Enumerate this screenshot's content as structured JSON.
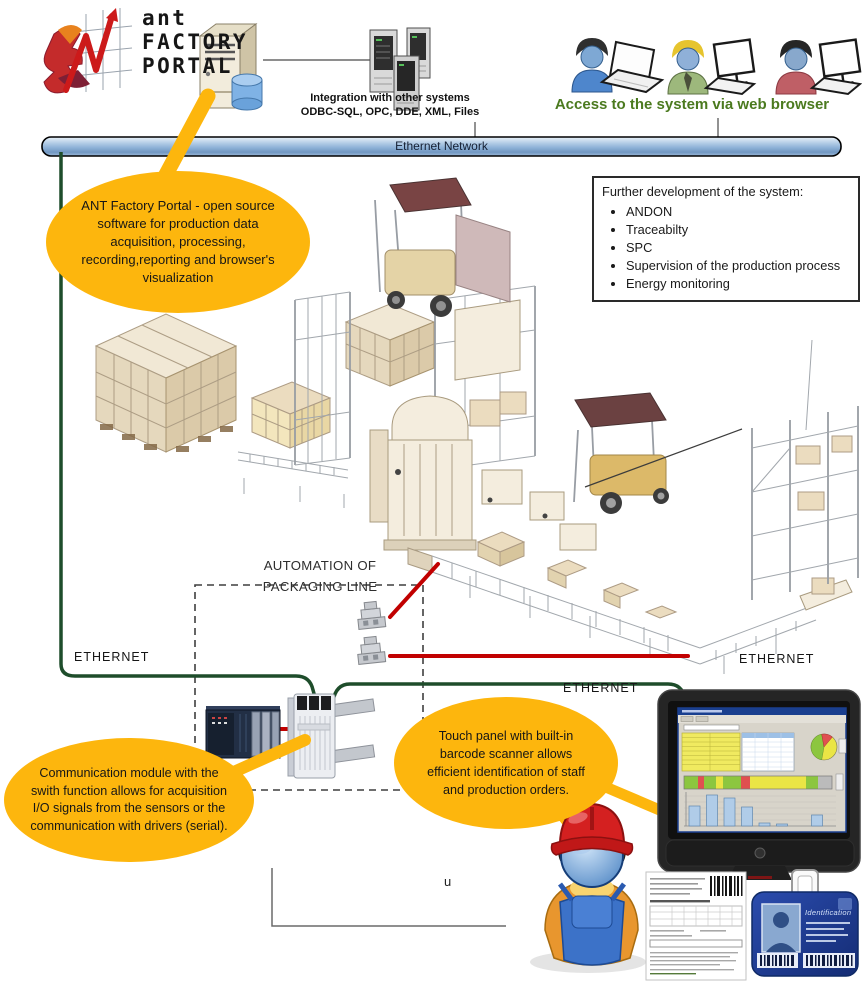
{
  "logo": {
    "line1": "ant",
    "line2": "FACTORY",
    "line3": "PORTAL"
  },
  "header": {
    "integration_line1": "Integration with other systems",
    "integration_line2": "ODBC-SQL, OPC, DDE, XML, Files",
    "access_text": "Access to the system via web browser"
  },
  "network": {
    "bus_label": "Ethernet Network",
    "ethernet_left": "ETHERNET",
    "ethernet_center": "ETHERNET",
    "ethernet_right": "ETHERNET"
  },
  "callouts": {
    "portal": {
      "lines": [
        "ANT Factory Portal - open source",
        "software for production data",
        "acquisition, processing,",
        "recording,reporting and browser's",
        "visualization"
      ]
    },
    "comm_module": {
      "lines": [
        "Communication module with the",
        "swith function allows for acquisition",
        "I/O signals from the sensors or the",
        "communication with drivers (serial)."
      ]
    },
    "touch_panel": {
      "lines": [
        "Touch panel with built-in",
        "barcode scanner allows",
        "efficient identification of staff",
        "and production orders."
      ]
    }
  },
  "development_box": {
    "title": "Further development of the system:",
    "items": [
      "ANDON",
      "Traceabilty",
      "SPC",
      "Supervision of the production process",
      "Energy monitoring"
    ]
  },
  "packaging_area": {
    "line1": "AUTOMATION OF",
    "line2": "PACKAGING LINE"
  },
  "stray_text": "u",
  "badge": {
    "title": "Identification"
  },
  "colors": {
    "callout_yellow": "#FDB60D",
    "access_green": "#4b7a1f",
    "backbone_green": "#1e4d2b",
    "link_red": "#c10000",
    "bus_blue": "#8fb3d8"
  }
}
